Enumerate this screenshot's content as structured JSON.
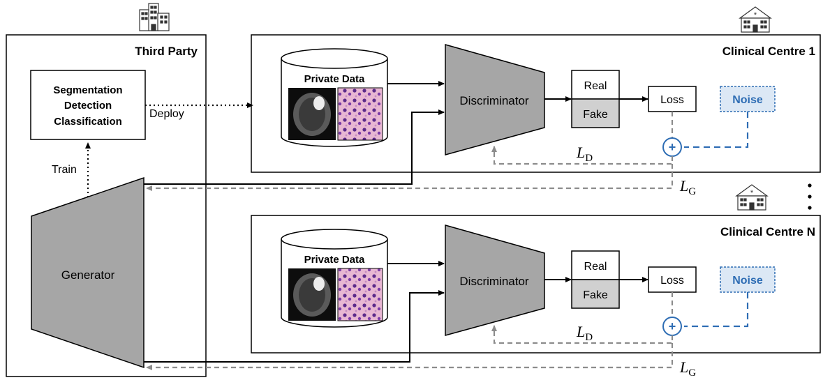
{
  "third_party": {
    "title": "Third Party",
    "tasks": [
      "Segmentation",
      "Detection",
      "Classification"
    ],
    "deploy_label": "Deploy",
    "train_label": "Train",
    "generator_label": "Generator"
  },
  "centres": [
    {
      "title": "Clinical Centre 1",
      "private_data_label": "Private Data",
      "discriminator_label": "Discriminator",
      "real_label": "Real",
      "fake_label": "Fake",
      "loss_label": "Loss",
      "noise_label": "Noise",
      "ld_main": "L",
      "ld_sub": "D",
      "lg_main": "L",
      "lg_sub": "G"
    },
    {
      "title": "Clinical Centre N",
      "private_data_label": "Private Data",
      "discriminator_label": "Discriminator",
      "real_label": "Real",
      "fake_label": "Fake",
      "loss_label": "Loss",
      "noise_label": "Noise",
      "ld_main": "L",
      "ld_sub": "D",
      "lg_main": "L",
      "lg_sub": "G"
    }
  ],
  "plus_symbol": "+",
  "colors": {
    "noise_blue": "#2e6db4",
    "noise_fill": "#dce8f5",
    "gray_fill": "#a6a6a6",
    "dashed_gray": "#8c8c8c"
  },
  "icons": [
    "office-building-icon",
    "hospital-icon",
    "brain-mri-image",
    "histology-image",
    "more-centres-ellipsis-icon"
  ]
}
